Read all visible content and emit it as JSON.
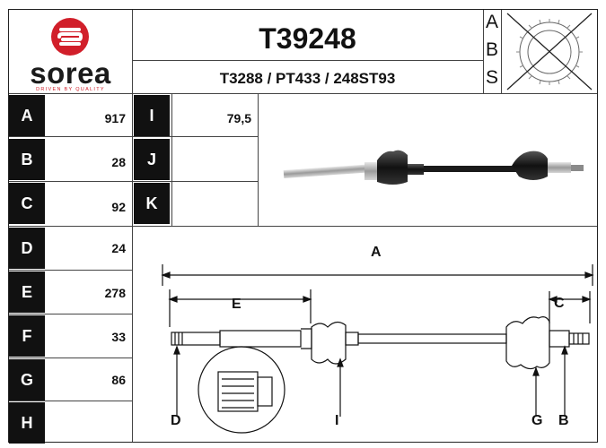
{
  "brand": {
    "name": "sorea",
    "tagline": "DRIVEN BY QUALITY",
    "colors": {
      "red": "#d11f2a",
      "black": "#1a1a1a"
    }
  },
  "header": {
    "part_number": "T39248",
    "cross_references": "T3288 / PT433 / 248ST93",
    "abs_letters": [
      "A",
      "B",
      "S"
    ],
    "abs_icon": "abs-ring-crossed-icon"
  },
  "specs": [
    {
      "label": "A",
      "value": "917"
    },
    {
      "label": "B",
      "value": "28"
    },
    {
      "label": "C",
      "value": "92"
    },
    {
      "label": "D",
      "value": "24"
    },
    {
      "label": "E",
      "value": "278"
    },
    {
      "label": "F",
      "value": "33"
    },
    {
      "label": "G",
      "value": "86"
    },
    {
      "label": "H",
      "value": ""
    }
  ],
  "specs_extra": [
    {
      "label": "I",
      "value": "79,5"
    },
    {
      "label": "J",
      "value": ""
    },
    {
      "label": "K",
      "value": ""
    }
  ],
  "diagram": {
    "labels": {
      "A": "A",
      "C": "C",
      "E": "E",
      "D": "D",
      "I": "I",
      "G": "G",
      "B": "B"
    }
  }
}
